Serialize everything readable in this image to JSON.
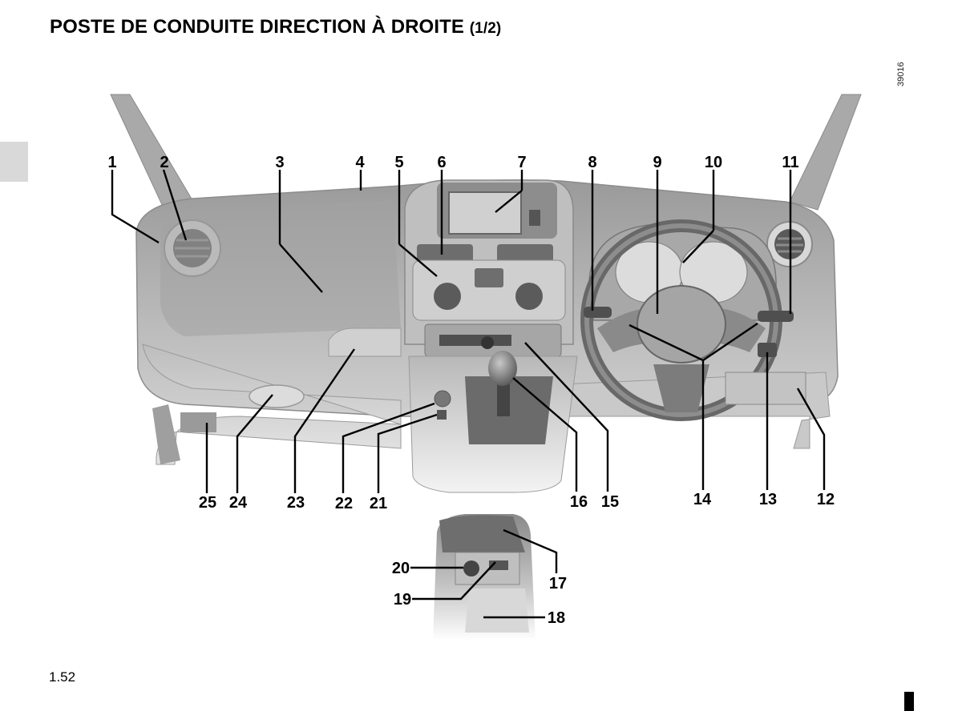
{
  "page": {
    "title": "POSTE DE CONDUITE DIRECTION À DROITE",
    "title_suffix": "(1/2)",
    "image_code": "39016",
    "page_number": "1.52"
  },
  "callouts": [
    "1",
    "2",
    "3",
    "4",
    "5",
    "6",
    "7",
    "8",
    "9",
    "10",
    "11",
    "12",
    "13",
    "14",
    "15",
    "16",
    "17",
    "18",
    "19",
    "20",
    "21",
    "22",
    "23",
    "24",
    "25"
  ]
}
